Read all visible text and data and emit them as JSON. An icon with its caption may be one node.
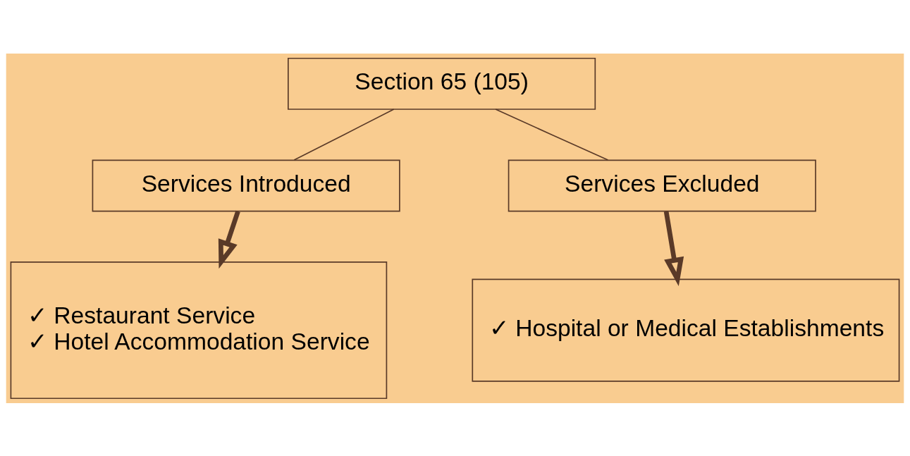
{
  "diagram": {
    "nodes": [
      {
        "text": [
          "Section 65 (105)"
        ]
      },
      {
        "text": [
          "Services Introduced"
        ]
      },
      {
        "text": [
          "Services Excluded"
        ]
      },
      {
        "text": [
          "✓ Restaurant Service",
          "✓ Hotel Accommodation Service"
        ]
      },
      {
        "text": [
          "✓ Hospital or Medical Establishments"
        ]
      }
    ],
    "edges": [
      {
        "from": 0,
        "to": 1,
        "arrow": "none"
      },
      {
        "from": 0,
        "to": 2,
        "arrow": "none"
      },
      {
        "from": 1,
        "to": 3,
        "arrow": "to",
        "style": "thick"
      },
      {
        "from": 2,
        "to": 4,
        "arrow": "to",
        "style": "thick"
      }
    ]
  }
}
